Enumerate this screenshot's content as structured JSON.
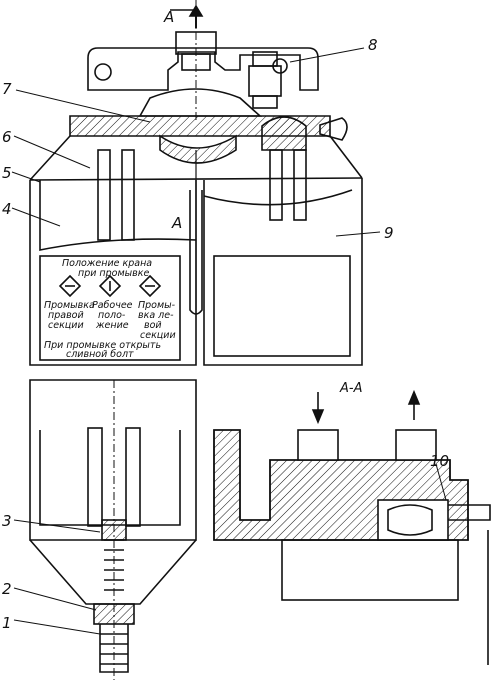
{
  "figure": {
    "section_mark_top": "А",
    "section_mark_mid": "А",
    "section_title": "А-А",
    "callouts": [
      "1",
      "2",
      "3",
      "4",
      "5",
      "6",
      "7",
      "8",
      "9",
      "10"
    ],
    "plate_text": {
      "line1": "Положение крана",
      "line2": "при промывке",
      "col1_a": "Промывка",
      "col1_b": "правой",
      "col1_c": "секции",
      "col2_a": "Рабочее",
      "col2_b": "поло-",
      "col2_c": "жение",
      "col3_a": "Промы-",
      "col3_b": "вка ле-",
      "col3_c": "вой",
      "col3_d": "секции",
      "bottom1": "При промывке открыть",
      "bottom2": "сливной болт"
    }
  },
  "colors": {
    "ink": "#111111",
    "paper": "#ffffff"
  }
}
